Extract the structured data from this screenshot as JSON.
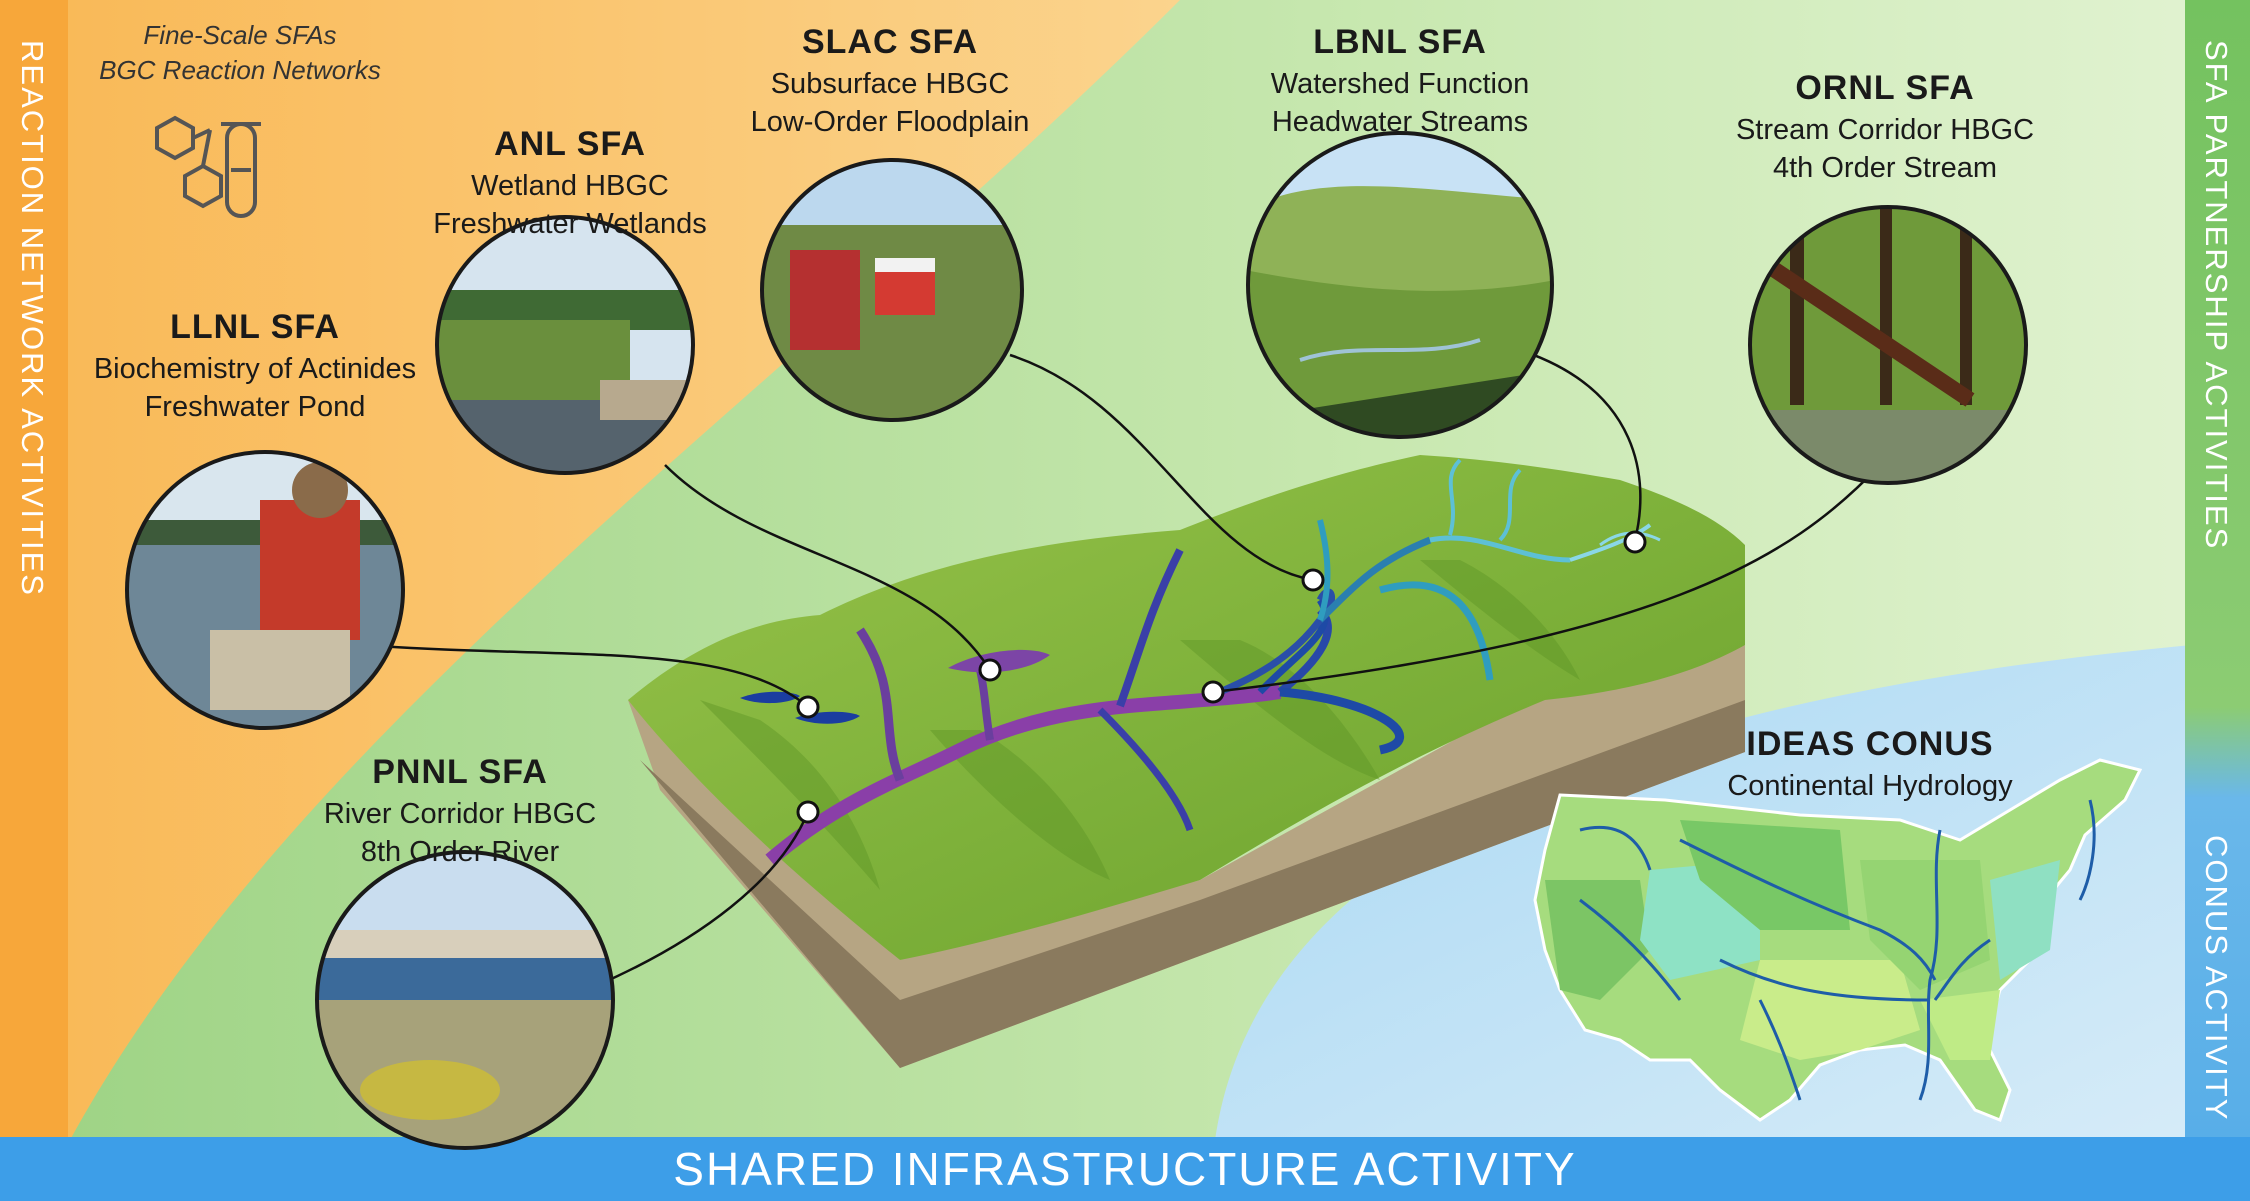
{
  "side_labels": {
    "left": "REACTION NETWORK ACTIVITIES",
    "right_top": "SFA PARTNERSHIP ACTIVITIES",
    "right_bottom": "CONUS ACTIVITY"
  },
  "bottom_banner": "SHARED INFRASTRUCTURE ACTIVITY",
  "reaction_networks": {
    "line1": "Fine-Scale SFAs",
    "line2": "BGC Reaction Networks",
    "icon": "chemistry-flask-icon"
  },
  "sites": {
    "llnl": {
      "title": "LLNL SFA",
      "line1": "Biochemistry of Actinides",
      "line2": "Freshwater Pond"
    },
    "anl": {
      "title": "ANL SFA",
      "line1": "Wetland HBGC",
      "line2": "Freshwater Wetlands"
    },
    "slac": {
      "title": "SLAC SFA",
      "line1": "Subsurface HBGC",
      "line2": "Low-Order Floodplain"
    },
    "lbnl": {
      "title": "LBNL SFA",
      "line1": "Watershed Function",
      "line2": "Headwater Streams"
    },
    "ornl": {
      "title": "ORNL SFA",
      "line1": "Stream Corridor HBGC",
      "line2": "4th Order Stream"
    },
    "pnnl": {
      "title": "PNNL SFA",
      "line1": "River Corridor HBGC",
      "line2": "8th Order River"
    },
    "ideas": {
      "title": "IDEAS CONUS",
      "line1": "Continental Hydrology"
    }
  },
  "colors": {
    "reaction_zone": "#f9c36a",
    "partnership_zone": "#cfe9b4",
    "conus_zone": "#bfe0f5",
    "left_bar": "#f7a73a",
    "right_bar_top": "#7cc46a",
    "right_bar_bottom": "#6ab8ea",
    "bottom_bar": "#3d9ee8"
  }
}
